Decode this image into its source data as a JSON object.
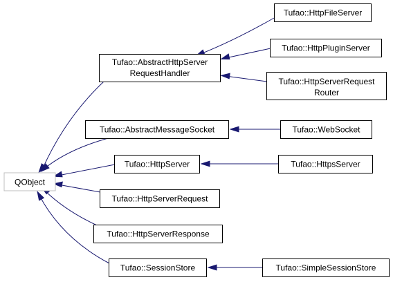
{
  "diagram": {
    "type": "class-inheritance-graph",
    "colors": {
      "edge": "#191970",
      "node_border": "#000000",
      "root_border": "#bfbfbf",
      "root_text": "#000000",
      "node_fill": "#ffffff"
    },
    "nodes": {
      "qobject": {
        "lines": [
          "QObject"
        ]
      },
      "abstract_http_server_request_handler": {
        "lines": [
          "Tufao::AbstractHttpServer",
          "RequestHandler"
        ]
      },
      "abstract_message_socket": {
        "lines": [
          "Tufao::AbstractMessageSocket"
        ]
      },
      "http_server": {
        "lines": [
          "Tufao::HttpServer"
        ]
      },
      "http_server_request": {
        "lines": [
          "Tufao::HttpServerRequest"
        ]
      },
      "http_server_response": {
        "lines": [
          "Tufao::HttpServerResponse"
        ]
      },
      "session_store": {
        "lines": [
          "Tufao::SessionStore"
        ]
      },
      "http_file_server": {
        "lines": [
          "Tufao::HttpFileServer"
        ]
      },
      "http_plugin_server": {
        "lines": [
          "Tufao::HttpPluginServer"
        ]
      },
      "http_server_request_router": {
        "lines": [
          "Tufao::HttpServerRequest",
          "Router"
        ]
      },
      "web_socket": {
        "lines": [
          "Tufao::WebSocket"
        ]
      },
      "https_server": {
        "lines": [
          "Tufao::HttpsServer"
        ]
      },
      "simple_session_store": {
        "lines": [
          "Tufao::SimpleSessionStore"
        ]
      }
    },
    "edges": [
      {
        "from": "abstract_http_server_request_handler",
        "to": "qobject"
      },
      {
        "from": "abstract_message_socket",
        "to": "qobject"
      },
      {
        "from": "http_server",
        "to": "qobject"
      },
      {
        "from": "http_server_request",
        "to": "qobject"
      },
      {
        "from": "http_server_response",
        "to": "qobject"
      },
      {
        "from": "session_store",
        "to": "qobject"
      },
      {
        "from": "http_file_server",
        "to": "abstract_http_server_request_handler"
      },
      {
        "from": "http_plugin_server",
        "to": "abstract_http_server_request_handler"
      },
      {
        "from": "http_server_request_router",
        "to": "abstract_http_server_request_handler"
      },
      {
        "from": "web_socket",
        "to": "abstract_message_socket"
      },
      {
        "from": "https_server",
        "to": "http_server"
      },
      {
        "from": "simple_session_store",
        "to": "session_store"
      }
    ]
  }
}
